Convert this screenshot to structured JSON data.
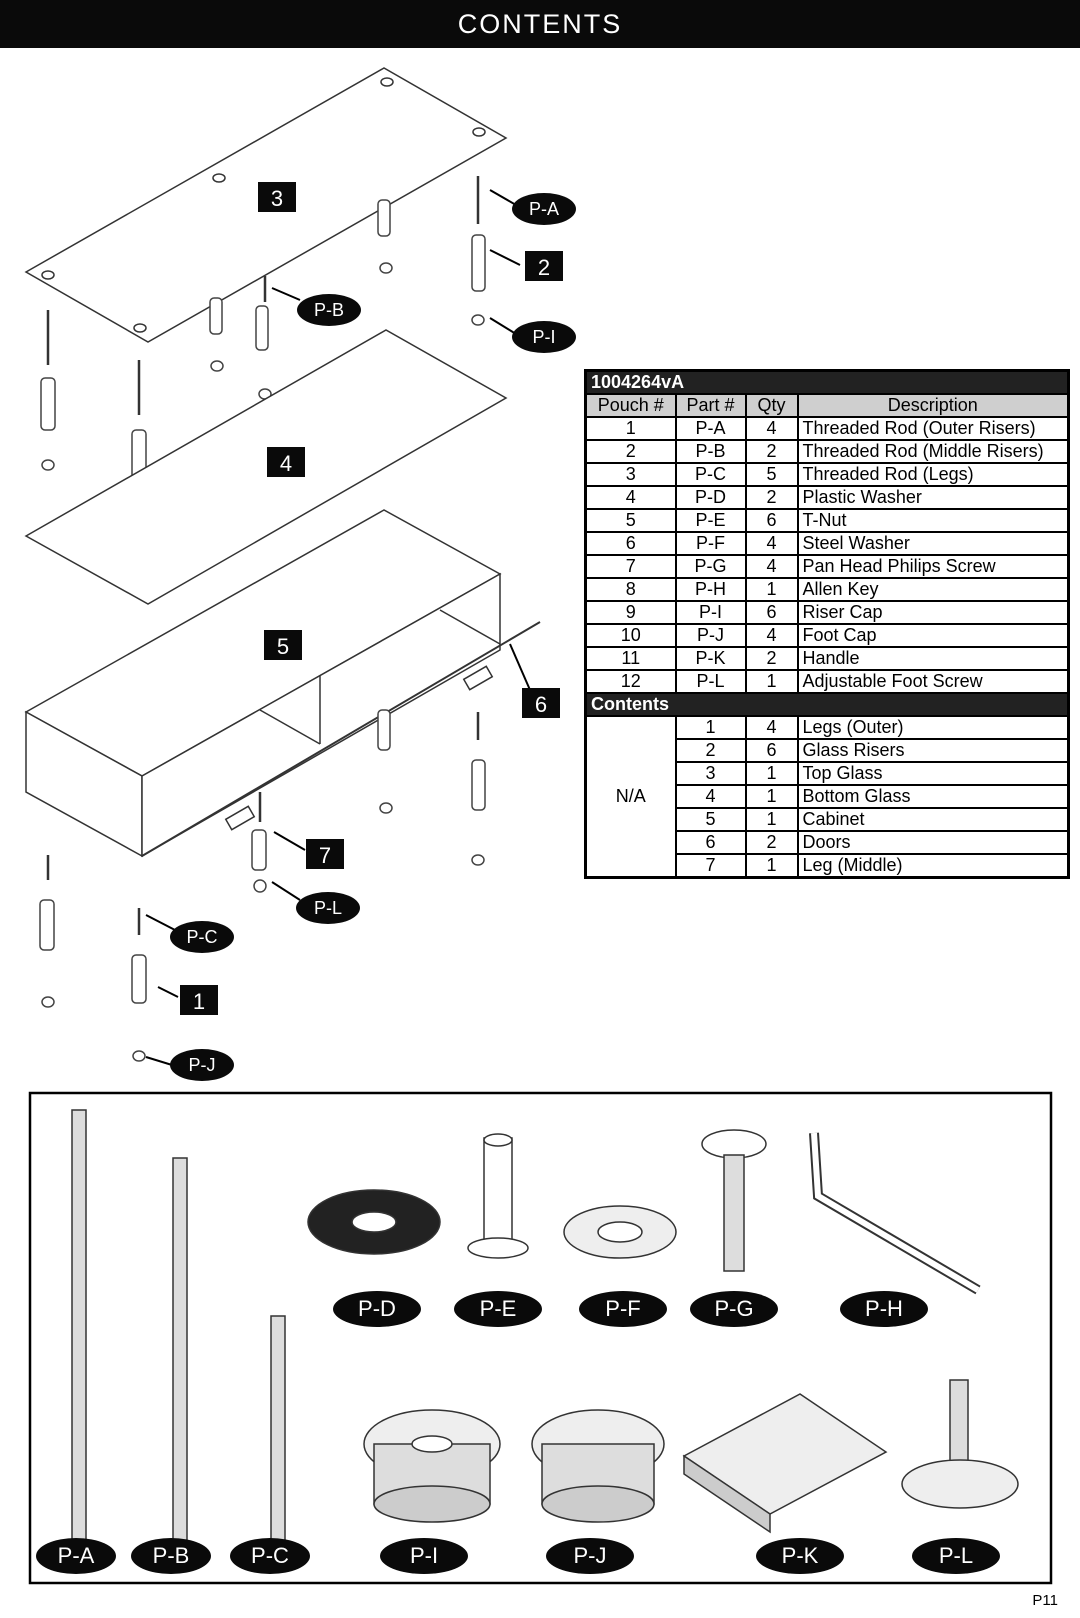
{
  "header": {
    "title": "CONTENTS"
  },
  "callouts": {
    "pa": "P-A",
    "pb": "P-B",
    "pi": "P-I",
    "pc": "P-C",
    "pj": "P-J",
    "pl": "P-L",
    "n1": "1",
    "n2": "2",
    "n3": "3",
    "n4": "4",
    "n5": "5",
    "n6": "6",
    "n7": "7"
  },
  "parts_table": {
    "model": "1004264vA",
    "headers": {
      "pouch": "Pouch #",
      "part": "Part #",
      "qty": "Qty",
      "desc": "Description"
    },
    "rows": [
      {
        "pouch": "1",
        "part": "P-A",
        "qty": "4",
        "desc": "Threaded Rod (Outer Risers)"
      },
      {
        "pouch": "2",
        "part": "P-B",
        "qty": "2",
        "desc": "Threaded Rod (Middle Risers)"
      },
      {
        "pouch": "3",
        "part": "P-C",
        "qty": "5",
        "desc": "Threaded Rod (Legs)"
      },
      {
        "pouch": "4",
        "part": "P-D",
        "qty": "2",
        "desc": "Plastic Washer"
      },
      {
        "pouch": "5",
        "part": "P-E",
        "qty": "6",
        "desc": "T-Nut"
      },
      {
        "pouch": "6",
        "part": "P-F",
        "qty": "4",
        "desc": "Steel Washer"
      },
      {
        "pouch": "7",
        "part": "P-G",
        "qty": "4",
        "desc": "Pan Head Philips Screw"
      },
      {
        "pouch": "8",
        "part": "P-H",
        "qty": "1",
        "desc": "Allen Key"
      },
      {
        "pouch": "9",
        "part": "P-I",
        "qty": "6",
        "desc": "Riser Cap"
      },
      {
        "pouch": "10",
        "part": "P-J",
        "qty": "4",
        "desc": "Foot Cap"
      },
      {
        "pouch": "11",
        "part": "P-K",
        "qty": "2",
        "desc": "Handle"
      },
      {
        "pouch": "12",
        "part": "P-L",
        "qty": "1",
        "desc": "Adjustable Foot Screw"
      }
    ],
    "contents_title": "Contents",
    "contents_na": "N/A",
    "contents_rows": [
      {
        "part": "1",
        "qty": "4",
        "desc": "Legs (Outer)"
      },
      {
        "part": "2",
        "qty": "6",
        "desc": "Glass Risers"
      },
      {
        "part": "3",
        "qty": "1",
        "desc": "Top Glass"
      },
      {
        "part": "4",
        "qty": "1",
        "desc": "Bottom Glass"
      },
      {
        "part": "5",
        "qty": "1",
        "desc": "Cabinet"
      },
      {
        "part": "6",
        "qty": "2",
        "desc": "Doors"
      },
      {
        "part": "7",
        "qty": "1",
        "desc": "Leg (Middle)"
      }
    ]
  },
  "hardware_labels": {
    "pa": "P-A",
    "pb": "P-B",
    "pc": "P-C",
    "pd": "P-D",
    "pe": "P-E",
    "pf": "P-F",
    "pg": "P-G",
    "ph": "P-H",
    "pi": "P-I",
    "pj": "P-J",
    "pk": "P-K",
    "pl": "P-L"
  },
  "footer": {
    "page": "P11"
  }
}
